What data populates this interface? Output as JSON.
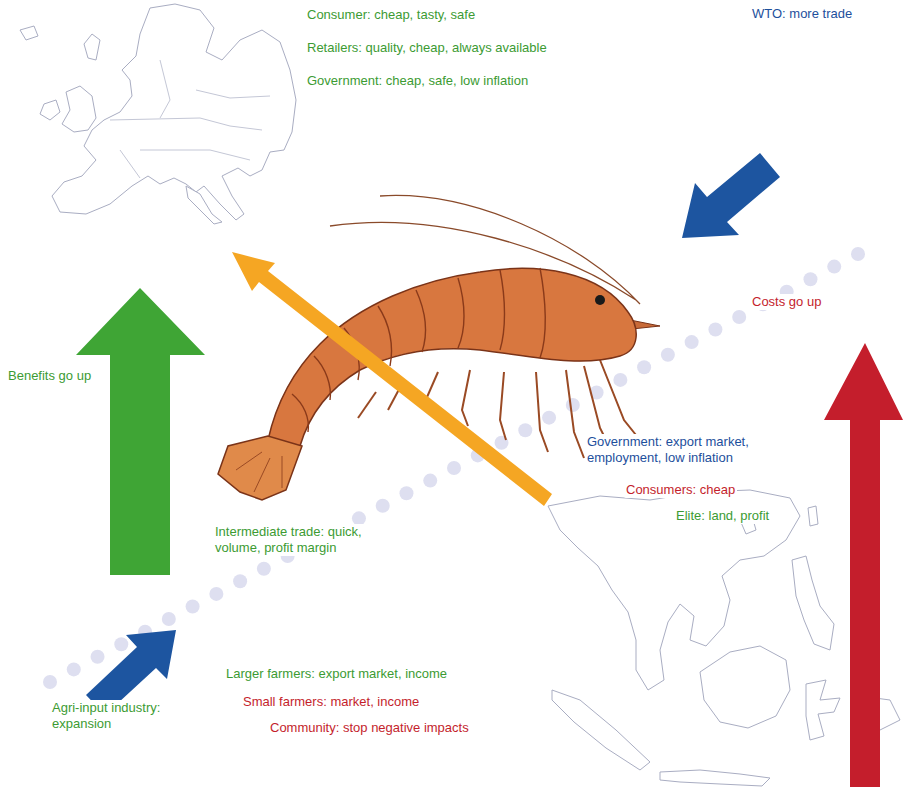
{
  "diagram": {
    "labels": [
      "Consumer: cheap, tasty, safe",
      "Retailers: quality, cheap, always available",
      "Government: cheap, safe, low inflation",
      "WTO: more trade",
      "Costs go up",
      "Benefits go up",
      "Government: export market, employment, low inflation",
      "Consumers: cheap",
      "Elite: land, profit",
      "Intermediate trade: quick, volume, profit margin",
      "Larger farmers: export market, income",
      "Small farmers: market, income",
      "Community: stop negative impacts",
      "Agri-input industry: expansion"
    ]
  }
}
